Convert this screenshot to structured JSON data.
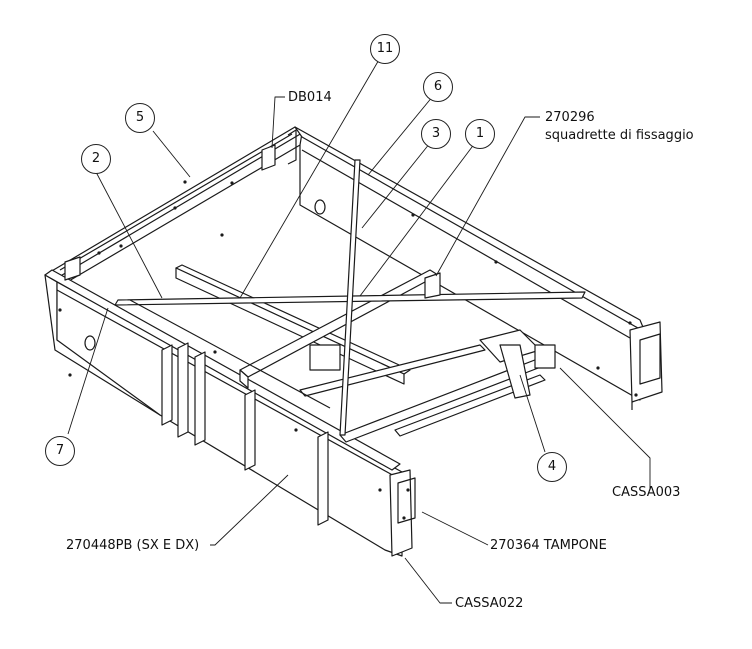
{
  "balloons": {
    "b11": "11",
    "b6": "6",
    "b5": "5",
    "b3": "3",
    "b1": "1",
    "b2": "2",
    "b7": "7",
    "b4": "4"
  },
  "labels": {
    "db014": "DB014",
    "part_270296": "270296",
    "squadrette": "squadrette di fissaggio",
    "cassa003": "CASSA003",
    "part_270448pb": "270448PB (SX E DX)",
    "part_270364": "270364 TAMPONE",
    "cassa022": "CASSA022"
  },
  "colors": {
    "line": "#1a1a1a",
    "background": "#ffffff"
  }
}
